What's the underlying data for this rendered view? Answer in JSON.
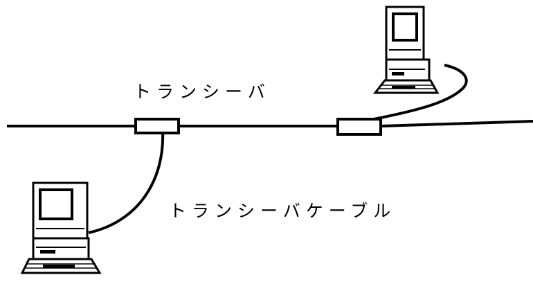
{
  "diagram": {
    "labels": {
      "transceiver": "トランシーバ",
      "transceiver_cable": "トランシーバケーブル"
    },
    "nodes": [
      {
        "id": "pc-top-right",
        "kind": "computer-icon"
      },
      {
        "id": "pc-bottom-left",
        "kind": "computer-icon"
      },
      {
        "id": "transceiver-left",
        "kind": "transceiver-icon"
      },
      {
        "id": "transceiver-right",
        "kind": "transceiver-icon"
      }
    ],
    "colors": {
      "line": "#000000",
      "background": "#ffffff"
    }
  }
}
